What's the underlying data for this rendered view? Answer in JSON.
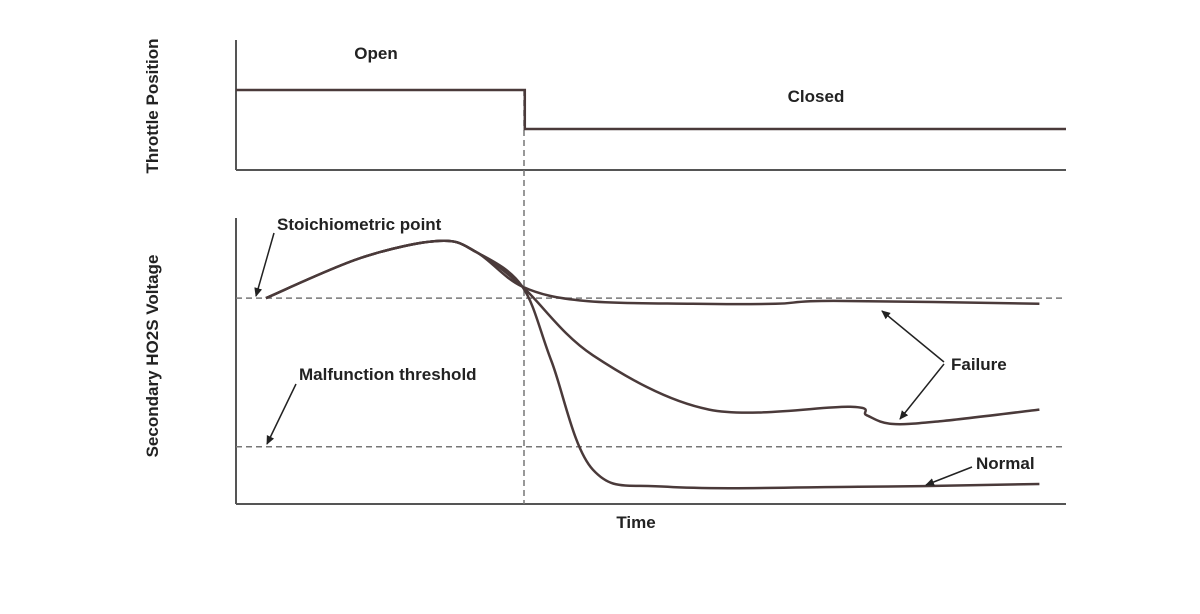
{
  "chart_data": {
    "type": "line",
    "xlabel": "Time",
    "panels": {
      "throttle": {
        "ylabel": "Throttle Position",
        "labels": {
          "open": "Open",
          "closed": "Closed"
        },
        "series": [
          {
            "x": [
              0,
              0.348,
              0.348,
              1.0
            ],
            "y": [
              1,
              1,
              0,
              0
            ]
          }
        ]
      },
      "voltage": {
        "ylabel": "Secondary HO2S Voltage",
        "reference_lines": {
          "stoichiometric": 0.72,
          "malfunction_threshold": 0.2
        },
        "annotations": {
          "stoichiometric": "Stoichiometric point",
          "malfunction": "Malfunction threshold",
          "failure": "Failure",
          "normal": "Normal"
        },
        "series": [
          {
            "x": [
              0.036,
              0.15,
              0.245,
              0.29,
              0.345,
              0.42,
              0.55,
              0.65,
              0.72,
              0.968
            ],
            "y": [
              0.72,
              0.86,
              0.92,
              0.88,
              0.76,
              0.71,
              0.7,
              0.7,
              0.71,
              0.7
            ]
          },
          {
            "x": [
              0.036,
              0.15,
              0.245,
              0.29,
              0.345,
              0.43,
              0.57,
              0.74,
              0.76,
              0.79,
              0.85,
              0.968
            ],
            "y": [
              0.72,
              0.86,
              0.92,
              0.88,
              0.76,
              0.52,
              0.33,
              0.34,
              0.31,
              0.28,
              0.29,
              0.33
            ]
          },
          {
            "x": [
              0.036,
              0.15,
              0.245,
              0.29,
              0.345,
              0.38,
              0.43,
              0.52,
              0.75,
              0.968
            ],
            "y": [
              0.72,
              0.86,
              0.92,
              0.88,
              0.76,
              0.5,
              0.12,
              0.06,
              0.06,
              0.07
            ]
          }
        ]
      }
    }
  }
}
